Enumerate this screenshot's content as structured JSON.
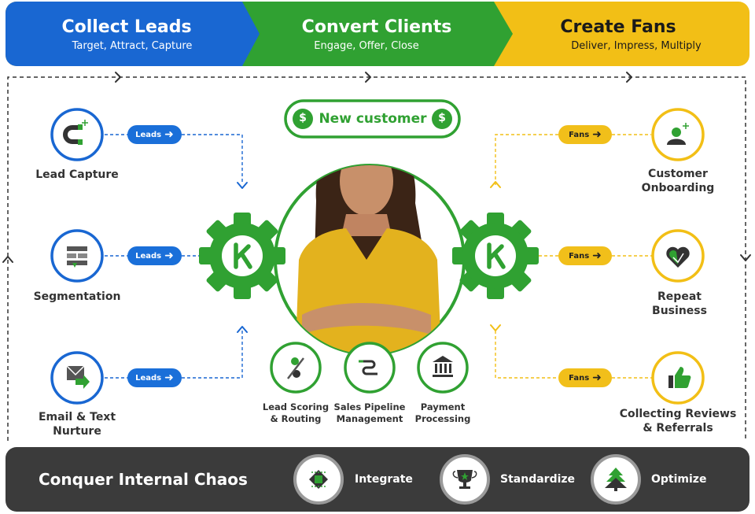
{
  "banners": [
    {
      "title": "Collect Leads",
      "subtitle": "Target, Attract, Capture",
      "color": "#1967d2"
    },
    {
      "title": "Convert Clients",
      "subtitle": "Engage, Offer, Close",
      "color": "#30a132"
    },
    {
      "title": "Create Fans",
      "subtitle": "Deliver, Impress, Multiply",
      "color": "#f2bf16"
    }
  ],
  "center": {
    "badge_label": "New customer",
    "dollar_symbol": "$"
  },
  "lead_stages": [
    {
      "label": "Lead Capture",
      "icon": "magnet-icon"
    },
    {
      "label": "Segmentation",
      "icon": "segment-icon"
    },
    {
      "label": "Email & Text\nNurture",
      "icon": "email-arrow-icon"
    }
  ],
  "lead_pill_label": "Leads",
  "fan_stages": [
    {
      "label": "Customer\nOnboarding",
      "icon": "person-add-icon"
    },
    {
      "label": "Repeat\nBusiness",
      "icon": "heart-icon"
    },
    {
      "label": "Collecting Reviews\n& Referrals",
      "icon": "thumbs-up-icon"
    }
  ],
  "fan_pill_label": "Fans",
  "convert_tools": [
    {
      "label": "Lead Scoring\n& Routing",
      "icon": "scoring-icon"
    },
    {
      "label": "Sales Pipeline\nManagement",
      "icon": "pipeline-icon"
    },
    {
      "label": "Payment\nProcessing",
      "icon": "bank-icon"
    }
  ],
  "footer": {
    "title": "Conquer Internal Chaos",
    "items": [
      {
        "label": "Integrate",
        "icon": "integrate-icon"
      },
      {
        "label": "Standardize",
        "icon": "trophy-icon"
      },
      {
        "label": "Optimize",
        "icon": "tree-icon"
      }
    ]
  },
  "colors": {
    "blue": "#1967d2",
    "green": "#30a132",
    "yellow": "#f2bf16",
    "dark": "#3b3b3b"
  }
}
